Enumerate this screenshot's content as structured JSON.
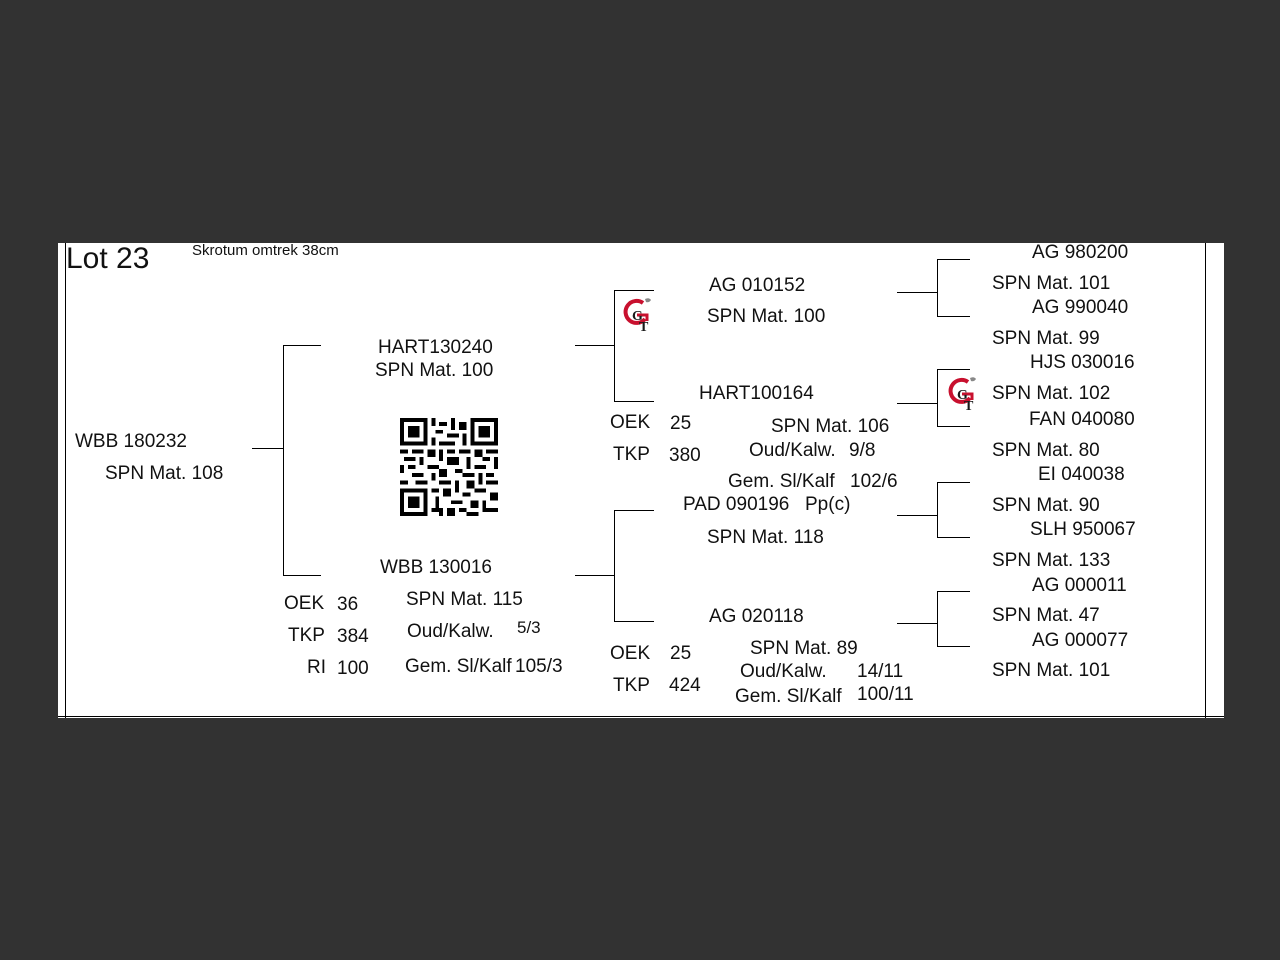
{
  "header": {
    "lot": "Lot 23",
    "note": "Skrotum omtrek 38cm"
  },
  "animal": {
    "id": "WBB 180232",
    "spn": "SPN Mat. 108"
  },
  "sire": {
    "id": "HART130240",
    "spn": "SPN Mat. 100"
  },
  "dam": {
    "id": "WBB 130016",
    "spn": "SPN Mat. 115",
    "stats": [
      {
        "label": "OEK",
        "value": "36"
      },
      {
        "label": "TKP",
        "value": "384"
      },
      {
        "label": "RI",
        "value": "100"
      }
    ],
    "calv_label": "Oud/Kalw.",
    "calv_value": "5/3",
    "gem_label": "Gem. Sl/Kalf",
    "gem_value": "105/3"
  },
  "sire_sire": {
    "id": "AG  010152",
    "spn": "SPN Mat. 100"
  },
  "sire_dam": {
    "id": "HART100164",
    "spn": "SPN Mat. 106",
    "stats": [
      {
        "label": "OEK",
        "value": "25"
      },
      {
        "label": "TKP",
        "value": "380"
      }
    ],
    "calv_label": "Oud/Kalw.",
    "calv_value": "9/8",
    "gem_label": "Gem. Sl/Kalf",
    "gem_value": "102/6"
  },
  "dam_sire": {
    "id": "PAD 090196",
    "tag": "Pp(c)",
    "spn": "SPN Mat. 118"
  },
  "dam_dam": {
    "id": "AG  020118",
    "spn": "SPN Mat. 89",
    "stats": [
      {
        "label": "OEK",
        "value": "25"
      },
      {
        "label": "TKP",
        "value": "424"
      }
    ],
    "calv_label": "Oud/Kalw.",
    "calv_value": "14/11",
    "gem_label": "Gem. Sl/Kalf",
    "gem_value": "100/11"
  },
  "great_grandparents": [
    {
      "id": "AG  980200",
      "spn": "SPN Mat. 101"
    },
    {
      "id": "AG  990040",
      "spn": "SPN Mat. 99"
    },
    {
      "id": "HJS 030016",
      "spn": "SPN Mat. 102"
    },
    {
      "id": "FAN 040080",
      "spn": "SPN Mat. 80"
    },
    {
      "id": "EI  040038",
      "spn": "SPN Mat. 90"
    },
    {
      "id": "SLH 950067",
      "spn": "SPN Mat. 133"
    },
    {
      "id": "AG  000011",
      "spn": "SPN Mat. 47"
    },
    {
      "id": "AG  000077",
      "spn": "SPN Mat. 101"
    }
  ],
  "logo": {
    "text_top": "G",
    "text_bottom": "T",
    "color_red": "#c8102e",
    "color_dark": "#1a1a1a"
  },
  "qr": {
    "icon": "qr-code-icon"
  }
}
